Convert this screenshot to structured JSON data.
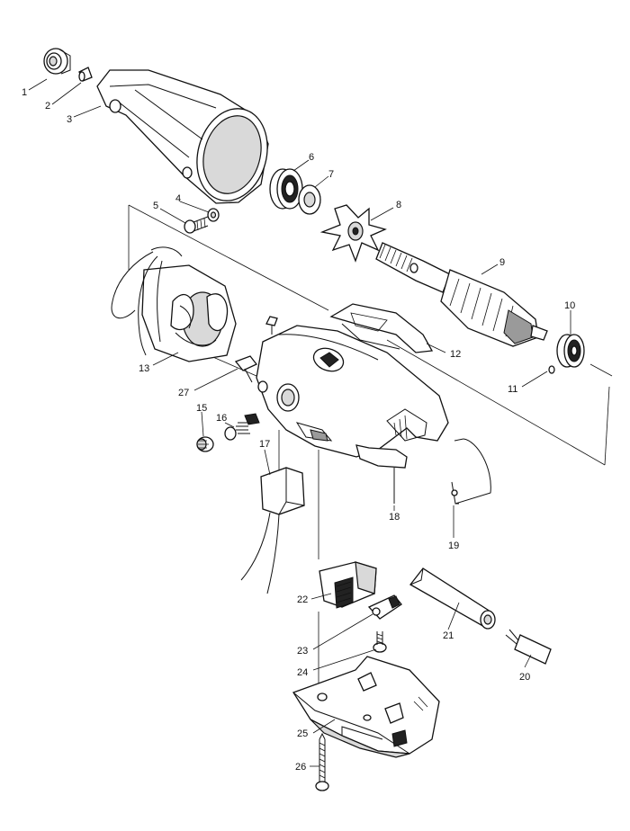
{
  "parts": [
    {
      "id": "p1",
      "label": "1"
    },
    {
      "id": "p2",
      "label": "2"
    },
    {
      "id": "p3",
      "label": "3"
    },
    {
      "id": "p4",
      "label": "4"
    },
    {
      "id": "p5",
      "label": "5"
    },
    {
      "id": "p6",
      "label": "6"
    },
    {
      "id": "p7",
      "label": "7"
    },
    {
      "id": "p8",
      "label": "8"
    },
    {
      "id": "p9",
      "label": "9"
    },
    {
      "id": "p10",
      "label": "10"
    },
    {
      "id": "p11",
      "label": "11"
    },
    {
      "id": "p12",
      "label": "12"
    },
    {
      "id": "p13",
      "label": "13"
    },
    {
      "id": "p15",
      "label": "15"
    },
    {
      "id": "p16",
      "label": "16"
    },
    {
      "id": "p17",
      "label": "17"
    },
    {
      "id": "p18",
      "label": "18"
    },
    {
      "id": "p19",
      "label": "19"
    },
    {
      "id": "p20",
      "label": "20"
    },
    {
      "id": "p21",
      "label": "21"
    },
    {
      "id": "p22",
      "label": "22"
    },
    {
      "id": "p23",
      "label": "23"
    },
    {
      "id": "p24",
      "label": "24"
    },
    {
      "id": "p25",
      "label": "25"
    },
    {
      "id": "p26",
      "label": "26"
    },
    {
      "id": "p27",
      "label": "27"
    }
  ]
}
